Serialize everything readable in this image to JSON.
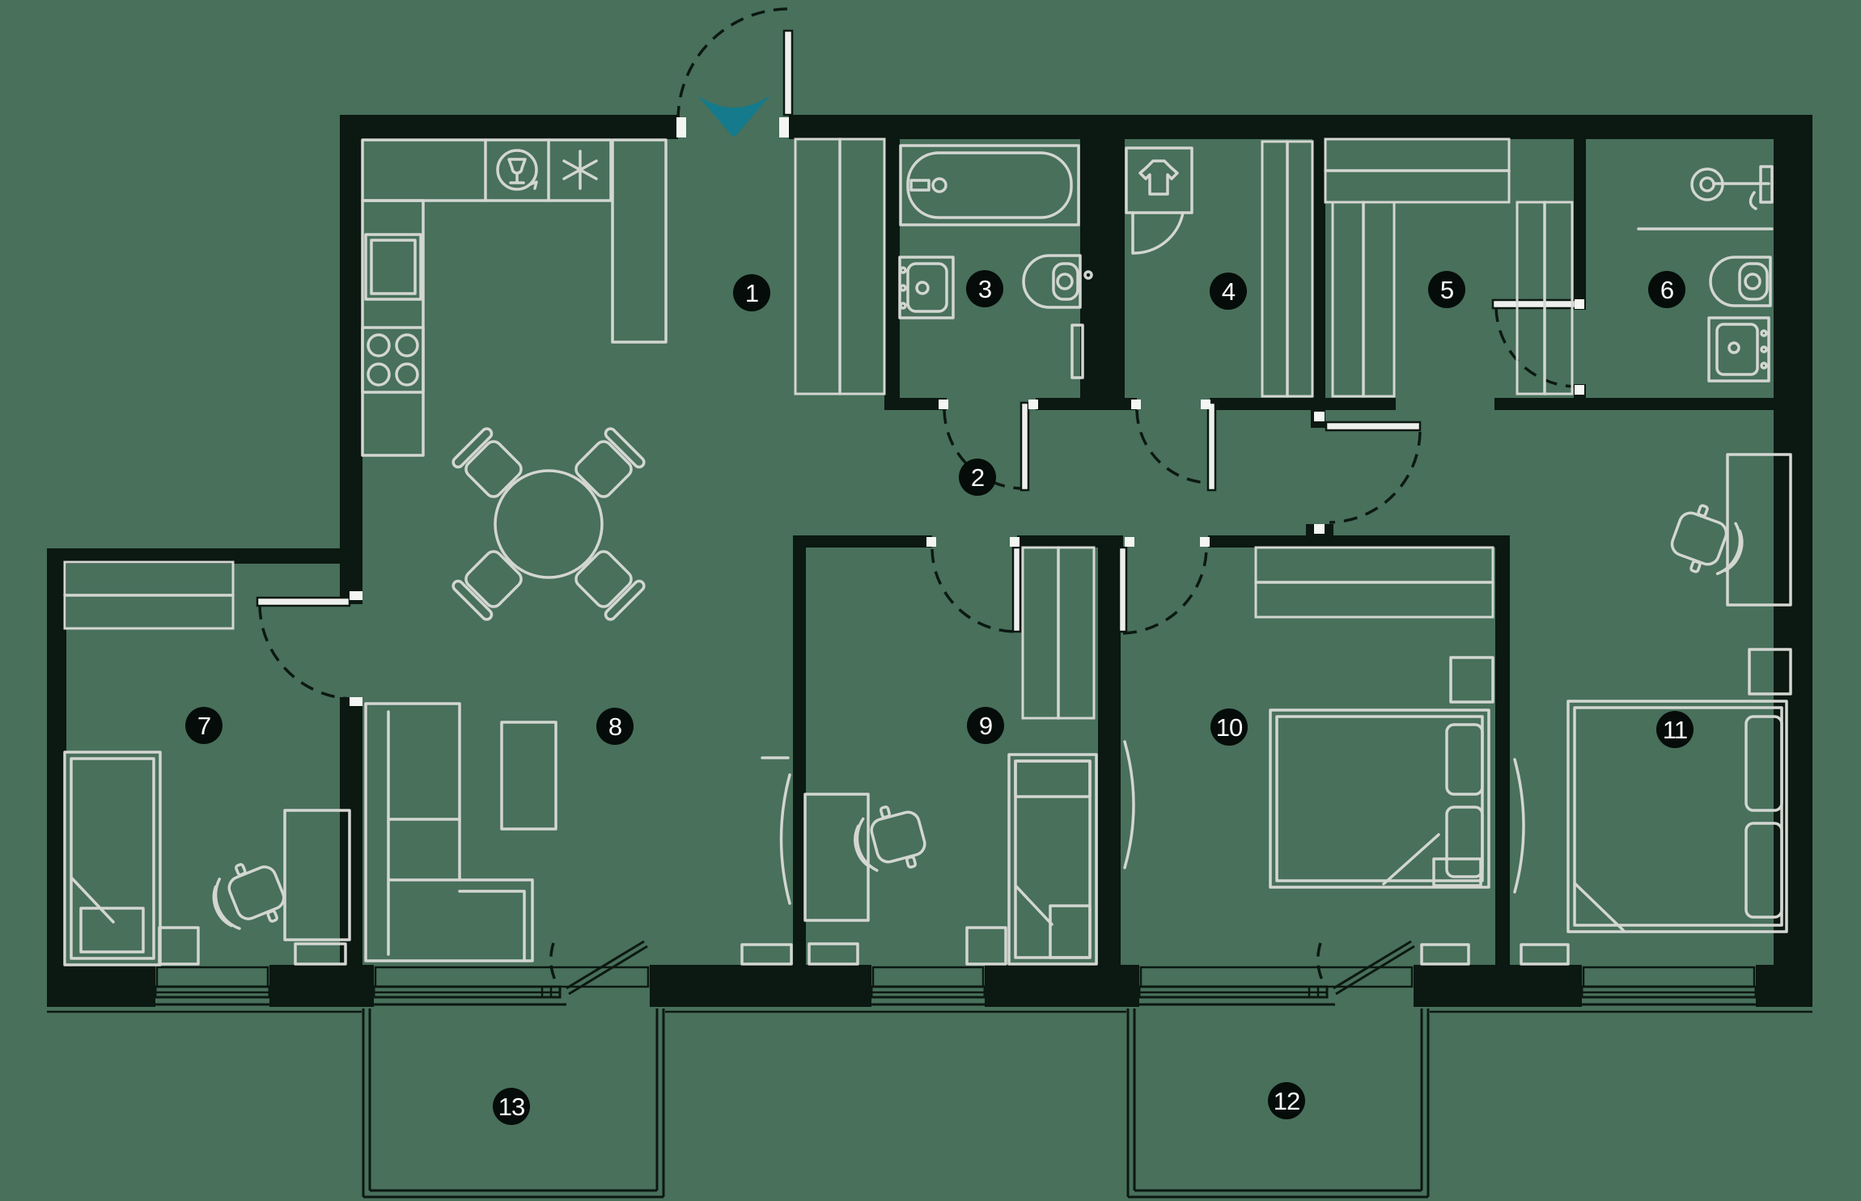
{
  "floor_plan": {
    "colors": {
      "background": "#48705b",
      "walls": "#0c1812",
      "furniture_line": "#d3d6d1",
      "accent_teal": "#157a8c",
      "marker_bg": "#050c09",
      "marker_text": "#ffffff"
    },
    "room_markers": [
      {
        "label": "1"
      },
      {
        "label": "2"
      },
      {
        "label": "3"
      },
      {
        "label": "4"
      },
      {
        "label": "5"
      },
      {
        "label": "6"
      },
      {
        "label": "7"
      },
      {
        "label": "8"
      },
      {
        "label": "9"
      },
      {
        "label": "10"
      },
      {
        "label": "11"
      },
      {
        "label": "12"
      },
      {
        "label": "13"
      }
    ],
    "icons": [
      "entry-arrow-icon",
      "dishwasher-icon",
      "freezer-icon",
      "washing-machine-icon",
      "bathtub-icon",
      "sink-icon",
      "toilet-icon",
      "shower-tray-icon",
      "basin-icon",
      "tv-icon",
      "wardrobe-hatch"
    ]
  }
}
